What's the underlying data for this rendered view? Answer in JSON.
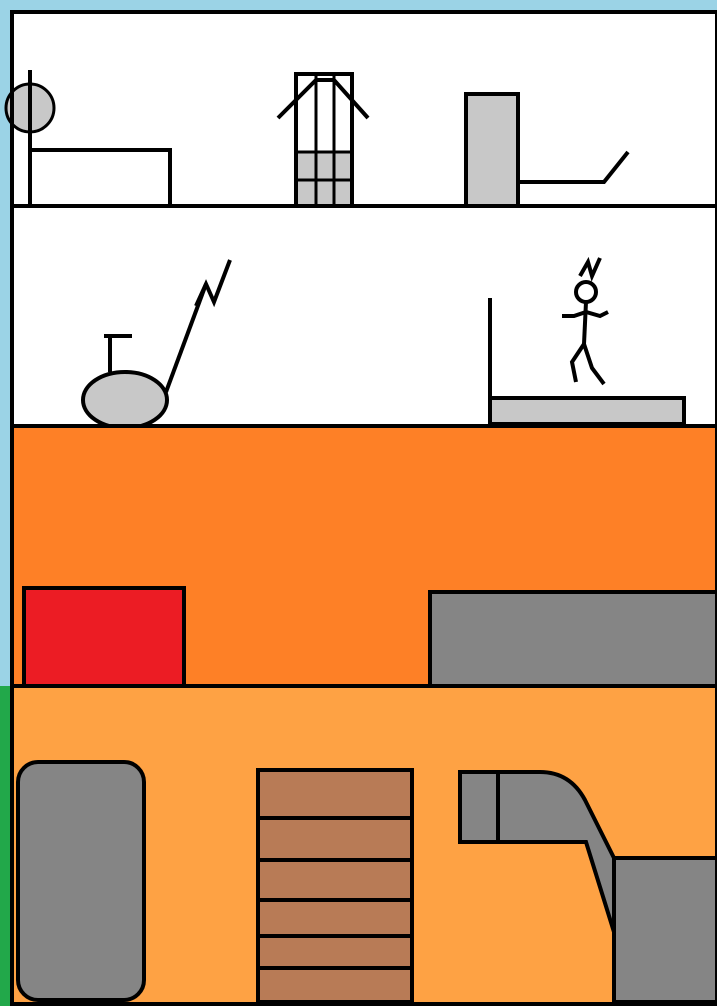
{
  "colors": {
    "sky": "#9BD3E6",
    "grass": "#22A84A",
    "room_white": "#FFFFFF",
    "floor_orange": "#FE8026",
    "basement_orange": "#FEA244",
    "equipment_gray": "#C8C8C8",
    "dark_gray": "#858585",
    "red_box": "#EC1C24",
    "wood": "#B87B56",
    "outline": "#000000"
  },
  "floors": [
    {
      "name": "top-floor",
      "items": [
        "weight-bench",
        "pec-deck-machine",
        "leg-press-machine"
      ]
    },
    {
      "name": "second-floor",
      "items": [
        "exercise-bike",
        "treadmill",
        "stick-figure-runner"
      ]
    },
    {
      "name": "ground-floor",
      "items": [
        "red-box",
        "gray-counter"
      ]
    },
    {
      "name": "basement",
      "items": [
        "water-tank",
        "wooden-shelf",
        "duct-pipe",
        "furnace-unit"
      ]
    }
  ]
}
